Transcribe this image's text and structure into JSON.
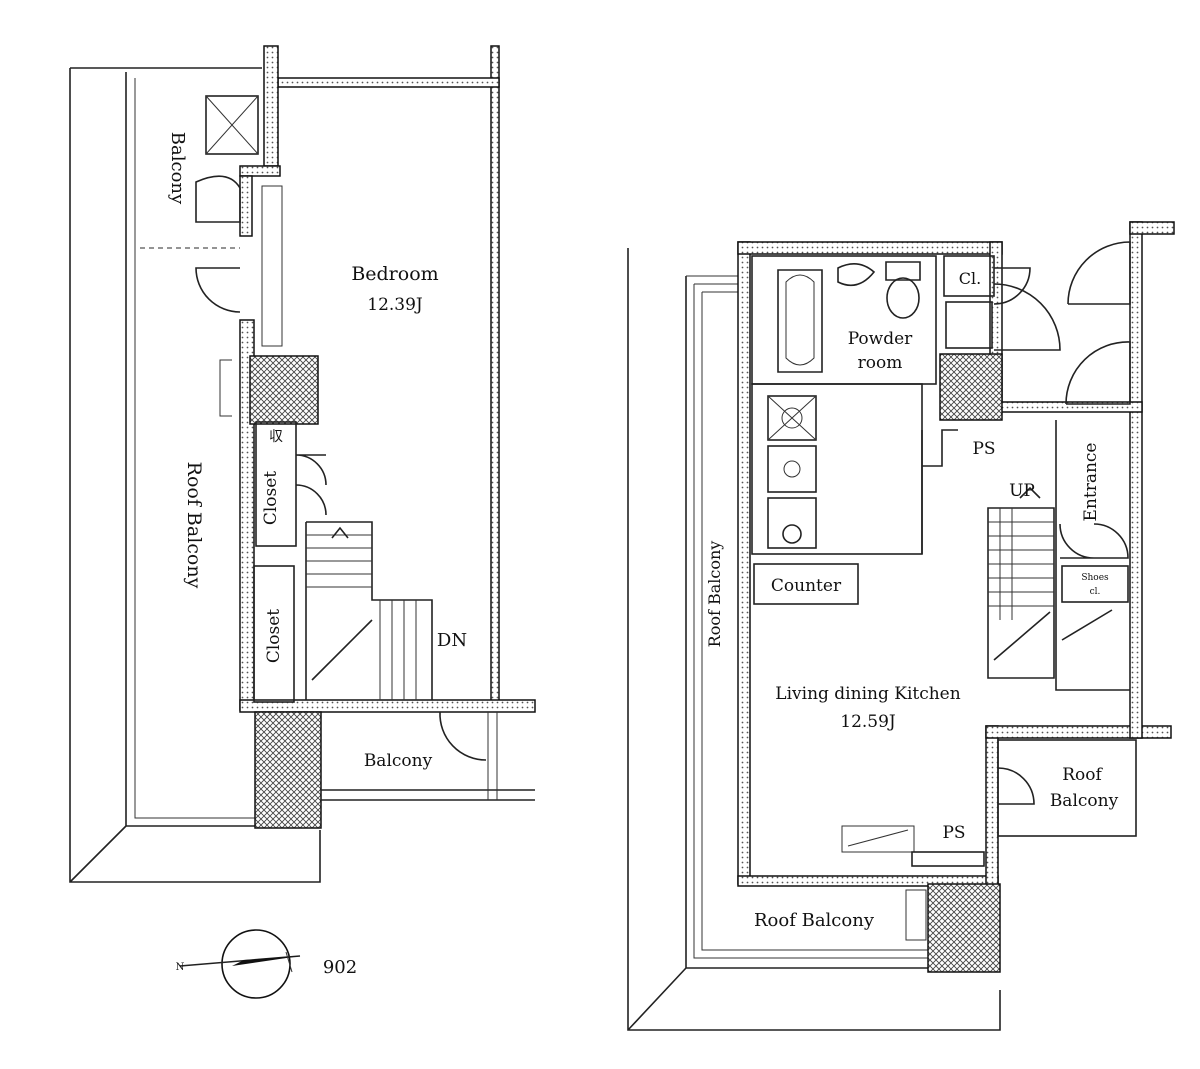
{
  "upper_floor": {
    "bedroom": "Bedroom",
    "bedroom_area": "12.39J",
    "balcony_top": "Balcony",
    "roof_balcony": "Roof Balcony",
    "closet_small": "Closet",
    "closet_small_mark": "収",
    "closet": "Closet",
    "stairs_down": "DN",
    "balcony_bottom": "Balcony"
  },
  "lower_floor": {
    "powder_room_line1": "Powder",
    "powder_room_line2": "room",
    "closet_abbrev": "Cl.",
    "ps_top": "PS",
    "stairs_up": "UP",
    "entrance": "Entrance",
    "shoes_line1": "Shoes",
    "shoes_line2": "cl.",
    "counter": "Counter",
    "roof_balcony_side": "Roof Balcony",
    "ldk": "Living dining Kitchen",
    "ldk_area": "12.59J",
    "roof_balcony_right_line1": "Roof",
    "roof_balcony_right_line2": "Balcony",
    "ps_bottom": "PS",
    "roof_balcony_bottom": "Roof Balcony"
  },
  "compass": {
    "north_mark": "N",
    "unit_number": "902"
  }
}
